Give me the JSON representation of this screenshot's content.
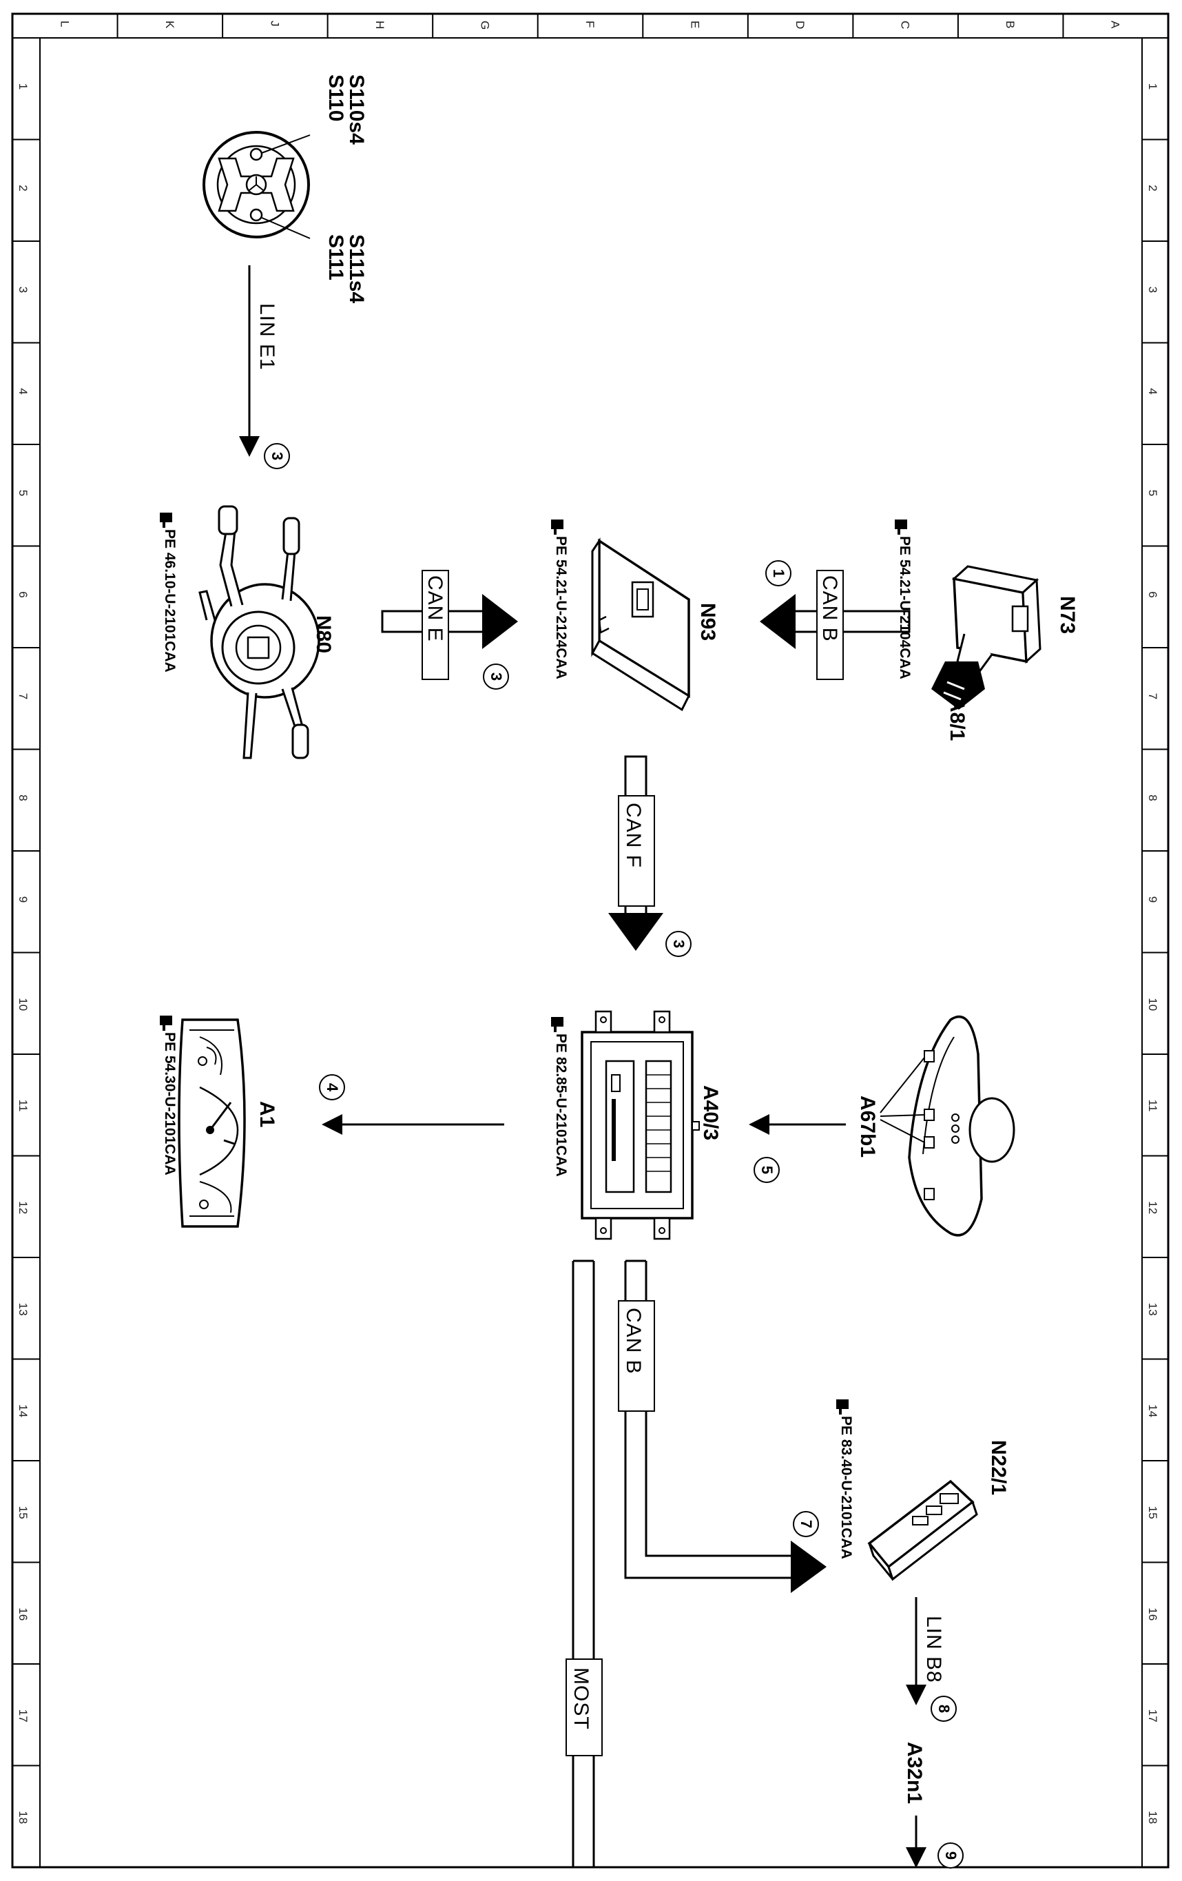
{
  "grid": {
    "columns": [
      "L",
      "K",
      "J",
      "H",
      "G",
      "F",
      "E",
      "D",
      "C",
      "B",
      "A"
    ],
    "rows": [
      "1",
      "2",
      "3",
      "4",
      "5",
      "6",
      "7",
      "8",
      "9",
      "10",
      "11",
      "12",
      "13",
      "14",
      "15",
      "16",
      "17",
      "18"
    ]
  },
  "components": {
    "steering_wheel": {
      "switch_top": "S110",
      "switch_top_sub": "S110s4",
      "switch_bottom": "S111",
      "switch_bottom_sub": "S111s4"
    },
    "n80": {
      "label": "N80",
      "ref": "PE 46.10-U-2101CAA"
    },
    "n93": {
      "label": "N93",
      "ref": "PE 54.21-U-2124CAA"
    },
    "n73": {
      "label": "N73",
      "sub": "A8/1",
      "ref": "PE 54.21-U-2104CAA"
    },
    "a40_3": {
      "label": "A40/3",
      "ref": "PE 82.85-U-2101CAA"
    },
    "a1": {
      "label": "A1",
      "ref": "PE 54.30-U-2101CAA"
    },
    "a67b1": {
      "label": "A67b1"
    },
    "n22_1": {
      "label": "N22/1",
      "ref": "PE 83.40-U-2101CAA"
    },
    "a32n1": {
      "label": "A32n1"
    }
  },
  "buses": {
    "lin_e1": "LIN E1",
    "can_e": "CAN E",
    "can_b_top": "CAN B",
    "can_f": "CAN F",
    "can_b_bottom": "CAN B",
    "most": "MOST",
    "lin_b8": "LIN B8"
  },
  "steps": {
    "s1": "1",
    "s3a": "3",
    "s3b": "3",
    "s3c": "3",
    "s4": "4",
    "s5": "5",
    "s7": "7",
    "s8": "8",
    "s9": "9"
  },
  "colors": {
    "ink": "#000000",
    "paper": "#ffffff",
    "label_box": "#ffffff"
  }
}
